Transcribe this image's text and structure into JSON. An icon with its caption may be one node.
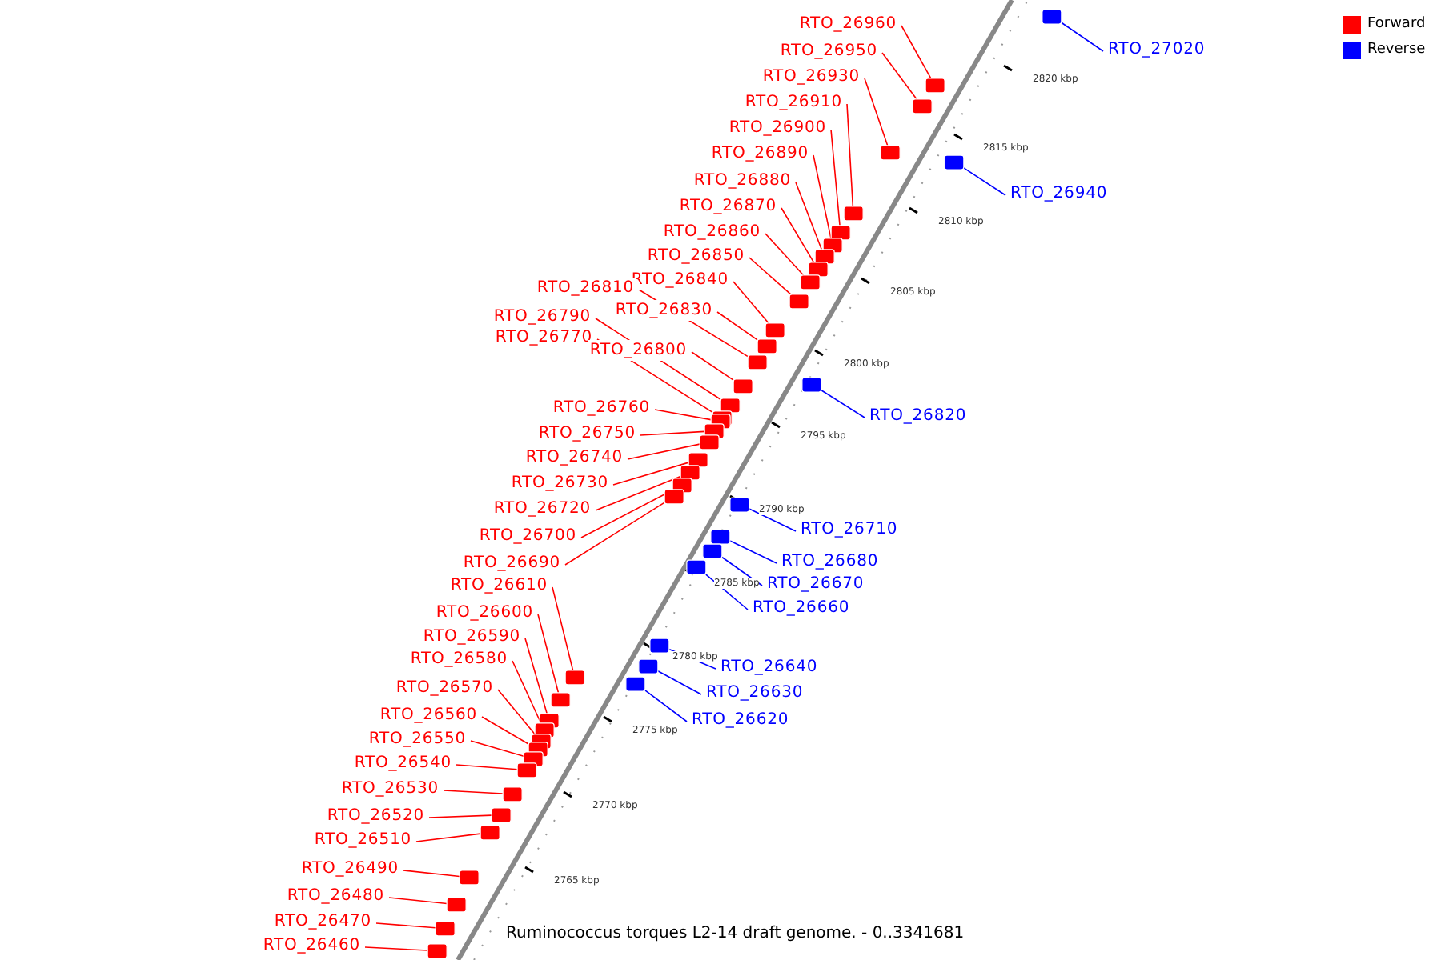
{
  "diagram": {
    "caption": "Ruminococcus torques L2-14 draft genome. - 0..3341681",
    "nodes": [
      {
        "text": [
          "RTO_26960"
        ]
      },
      {
        "text": [
          "RTO_27020"
        ]
      },
      {
        "text": [
          "RTO_26950"
        ]
      },
      {
        "text": [
          "RTO_26930"
        ]
      },
      {
        "text": [
          "RTO_26910"
        ]
      },
      {
        "text": [
          "RTO_26900"
        ]
      },
      {
        "text": [
          "RTO_26890"
        ]
      },
      {
        "text": [
          "RTO_26880"
        ]
      },
      {
        "text": [
          "RTO_26940"
        ]
      },
      {
        "text": [
          "RTO_26870"
        ]
      },
      {
        "text": [
          "RTO_26860"
        ]
      },
      {
        "text": [
          "RTO_26850"
        ]
      },
      {
        "text": [
          "RTO_26840"
        ]
      },
      {
        "text": [
          "RTO_26810"
        ]
      },
      {
        "text": [
          "RTO_26830"
        ]
      },
      {
        "text": [
          "RTO_26790"
        ]
      },
      {
        "text": [
          "RTO_26770"
        ]
      },
      {
        "text": [
          "RTO_26800"
        ]
      },
      {
        "text": [
          "RTO_26760"
        ]
      },
      {
        "text": [
          "RTO_26820"
        ]
      },
      {
        "text": [
          "RTO_26750"
        ]
      },
      {
        "text": [
          "RTO_26740"
        ]
      },
      {
        "text": [
          "RTO_26730"
        ]
      },
      {
        "text": [
          "RTO_26720"
        ]
      },
      {
        "text": [
          "RTO_26710"
        ]
      },
      {
        "text": [
          "RTO_26700"
        ]
      },
      {
        "text": [
          "RTO_26680"
        ]
      },
      {
        "text": [
          "RTO_26690"
        ]
      },
      {
        "text": [
          "RTO_26670"
        ]
      },
      {
        "text": [
          "RTO_26610"
        ]
      },
      {
        "text": [
          "RTO_26660"
        ]
      },
      {
        "text": [
          "RTO_26600"
        ]
      },
      {
        "text": [
          "RTO_26590"
        ]
      },
      {
        "text": [
          "RTO_26580"
        ]
      },
      {
        "text": [
          "RTO_26640"
        ]
      },
      {
        "text": [
          "RTO_26570"
        ]
      },
      {
        "text": [
          "RTO_26630"
        ]
      },
      {
        "text": [
          "RTO_26560"
        ]
      },
      {
        "text": [
          "RTO_26620"
        ]
      },
      {
        "text": [
          "RTO_26550"
        ]
      },
      {
        "text": [
          "RTO_26540"
        ]
      },
      {
        "text": [
          "RTO_26530"
        ]
      },
      {
        "text": [
          "RTO_26520"
        ]
      },
      {
        "text": [
          "RTO_26510"
        ]
      },
      {
        "text": [
          "RTO_26490"
        ]
      },
      {
        "text": [
          "RTO_26480"
        ]
      },
      {
        "text": [
          "RTO_26470"
        ]
      },
      {
        "text": [
          "RTO_26460"
        ]
      },
      {
        "text": [],
        "shape": "box"
      },
      {
        "text": [],
        "shape": "box"
      },
      {
        "text": [],
        "shape": "box"
      },
      {
        "text": [],
        "shape": "box"
      },
      {
        "text": [],
        "shape": "box"
      },
      {
        "text": [],
        "shape": "box"
      },
      {
        "text": [],
        "shape": "box"
      },
      {
        "text": [],
        "shape": "box"
      },
      {
        "text": [],
        "shape": "box"
      },
      {
        "text": [],
        "shape": "box"
      },
      {
        "text": [],
        "shape": "box"
      },
      {
        "text": [],
        "shape": "box"
      },
      {
        "text": [],
        "shape": "box"
      },
      {
        "text": [],
        "shape": "box"
      },
      {
        "text": [],
        "shape": "box"
      },
      {
        "text": [],
        "shape": "box"
      },
      {
        "text": [],
        "shape": "box"
      },
      {
        "text": [],
        "shape": "box"
      },
      {
        "text": [],
        "shape": "box"
      },
      {
        "text": [],
        "shape": "box"
      },
      {
        "text": [],
        "shape": "box"
      },
      {
        "text": [],
        "shape": "box"
      },
      {
        "text": [],
        "shape": "box"
      },
      {
        "text": [],
        "shape": "box"
      },
      {
        "text": [],
        "shape": "box"
      },
      {
        "text": [],
        "shape": "box"
      },
      {
        "text": [],
        "shape": "box"
      },
      {
        "text": [],
        "shape": "box"
      },
      {
        "text": [],
        "shape": "box"
      },
      {
        "text": [],
        "shape": "box"
      },
      {
        "text": [],
        "shape": "box"
      },
      {
        "text": [],
        "shape": "box"
      },
      {
        "text": [],
        "shape": "box"
      },
      {
        "text": [],
        "shape": "box"
      },
      {
        "text": [],
        "shape": "box"
      },
      {
        "text": [],
        "shape": "box"
      },
      {
        "text": [],
        "shape": "box"
      },
      {
        "text": [],
        "shape": "box"
      },
      {
        "text": [],
        "shape": "box"
      },
      {
        "text": [],
        "shape": "box"
      },
      {
        "text": [],
        "shape": "box"
      },
      {
        "text": [],
        "shape": "box"
      },
      {
        "text": [],
        "shape": "box"
      },
      {
        "text": [],
        "shape": "box"
      },
      {
        "text": [],
        "shape": "box"
      },
      {
        "text": [],
        "shape": "box"
      },
      {
        "text": [],
        "shape": "box"
      },
      {
        "text": [],
        "shape": "box"
      }
    ],
    "edges": [
      {
        "from": 0,
        "to": 48,
        "arrow": "none"
      },
      {
        "from": 1,
        "to": 49,
        "arrow": "none",
        "color": "#0000ff"
      },
      {
        "from": 2,
        "to": 50,
        "arrow": "none"
      },
      {
        "from": 3,
        "to": 51,
        "arrow": "none"
      },
      {
        "from": 4,
        "to": 52,
        "arrow": "none"
      },
      {
        "from": 5,
        "to": 53,
        "arrow": "none"
      },
      {
        "from": 6,
        "to": 54,
        "arrow": "none"
      },
      {
        "from": 7,
        "to": 55,
        "arrow": "none"
      },
      {
        "from": 8,
        "to": 56,
        "arrow": "none",
        "color": "#0000ff"
      },
      {
        "from": 9,
        "to": 57,
        "arrow": "none"
      },
      {
        "from": 10,
        "to": 58,
        "arrow": "none"
      },
      {
        "from": 11,
        "to": 59,
        "arrow": "none"
      },
      {
        "from": 12,
        "to": 60,
        "arrow": "none"
      },
      {
        "from": 13,
        "to": 61,
        "arrow": "none"
      },
      {
        "from": 14,
        "to": 62,
        "arrow": "none"
      },
      {
        "from": 15,
        "to": 63,
        "arrow": "none"
      },
      {
        "from": 16,
        "to": 64,
        "arrow": "none"
      },
      {
        "from": 17,
        "to": 65,
        "arrow": "none"
      },
      {
        "from": 18,
        "to": 66,
        "arrow": "none"
      },
      {
        "from": 19,
        "to": 67,
        "arrow": "none",
        "color": "#0000ff"
      },
      {
        "from": 20,
        "to": 68,
        "arrow": "none"
      },
      {
        "from": 21,
        "to": 69,
        "arrow": "none"
      },
      {
        "from": 22,
        "to": 70,
        "arrow": "none"
      },
      {
        "from": 23,
        "to": 71,
        "arrow": "none"
      },
      {
        "from": 24,
        "to": 72,
        "arrow": "none",
        "color": "#0000ff"
      },
      {
        "from": 25,
        "to": 73,
        "arrow": "none"
      },
      {
        "from": 26,
        "to": 74,
        "arrow": "none",
        "color": "#0000ff"
      },
      {
        "from": 27,
        "to": 75,
        "arrow": "none"
      },
      {
        "from": 28,
        "to": 76,
        "arrow": "none",
        "color": "#0000ff"
      },
      {
        "from": 29,
        "to": 77,
        "arrow": "none"
      },
      {
        "from": 30,
        "to": 78,
        "arrow": "none",
        "color": "#0000ff"
      },
      {
        "from": 31,
        "to": 79,
        "arrow": "none"
      },
      {
        "from": 32,
        "to": 80,
        "arrow": "none"
      },
      {
        "from": 33,
        "to": 81,
        "arrow": "none"
      },
      {
        "from": 34,
        "to": 82,
        "arrow": "none",
        "color": "#0000ff"
      },
      {
        "from": 35,
        "to": 83,
        "arrow": "none"
      },
      {
        "from": 36,
        "to": 84,
        "arrow": "none",
        "color": "#0000ff"
      },
      {
        "from": 37,
        "to": 85,
        "arrow": "none"
      },
      {
        "from": 38,
        "to": 86,
        "arrow": "none",
        "color": "#0000ff"
      },
      {
        "from": 39,
        "to": 87,
        "arrow": "none"
      },
      {
        "from": 40,
        "to": 88,
        "arrow": "none"
      },
      {
        "from": 41,
        "to": 89,
        "arrow": "none"
      },
      {
        "from": 42,
        "to": 90,
        "arrow": "none"
      },
      {
        "from": 43,
        "to": 91,
        "arrow": "none"
      },
      {
        "from": 44,
        "to": 92,
        "arrow": "none"
      },
      {
        "from": 45,
        "to": 93,
        "arrow": "none"
      },
      {
        "from": 46,
        "to": 94,
        "arrow": "none"
      },
      {
        "from": 47,
        "to": 95,
        "arrow": "none"
      }
    ],
    "labels": [
      "2820 kbp",
      "2815 kbp",
      "2810 kbp",
      "2805 kbp",
      "2800 kbp",
      "2795 kbp",
      "2790 kbp",
      "2785 kbp",
      "2780 kbp",
      "2775 kbp",
      "2770 kbp",
      "2765 kbp"
    ],
    "legend": [
      {
        "text": "Forward",
        "color": "#ff0000"
      },
      {
        "text": "Reverse",
        "color": "#0000ff"
      }
    ]
  }
}
